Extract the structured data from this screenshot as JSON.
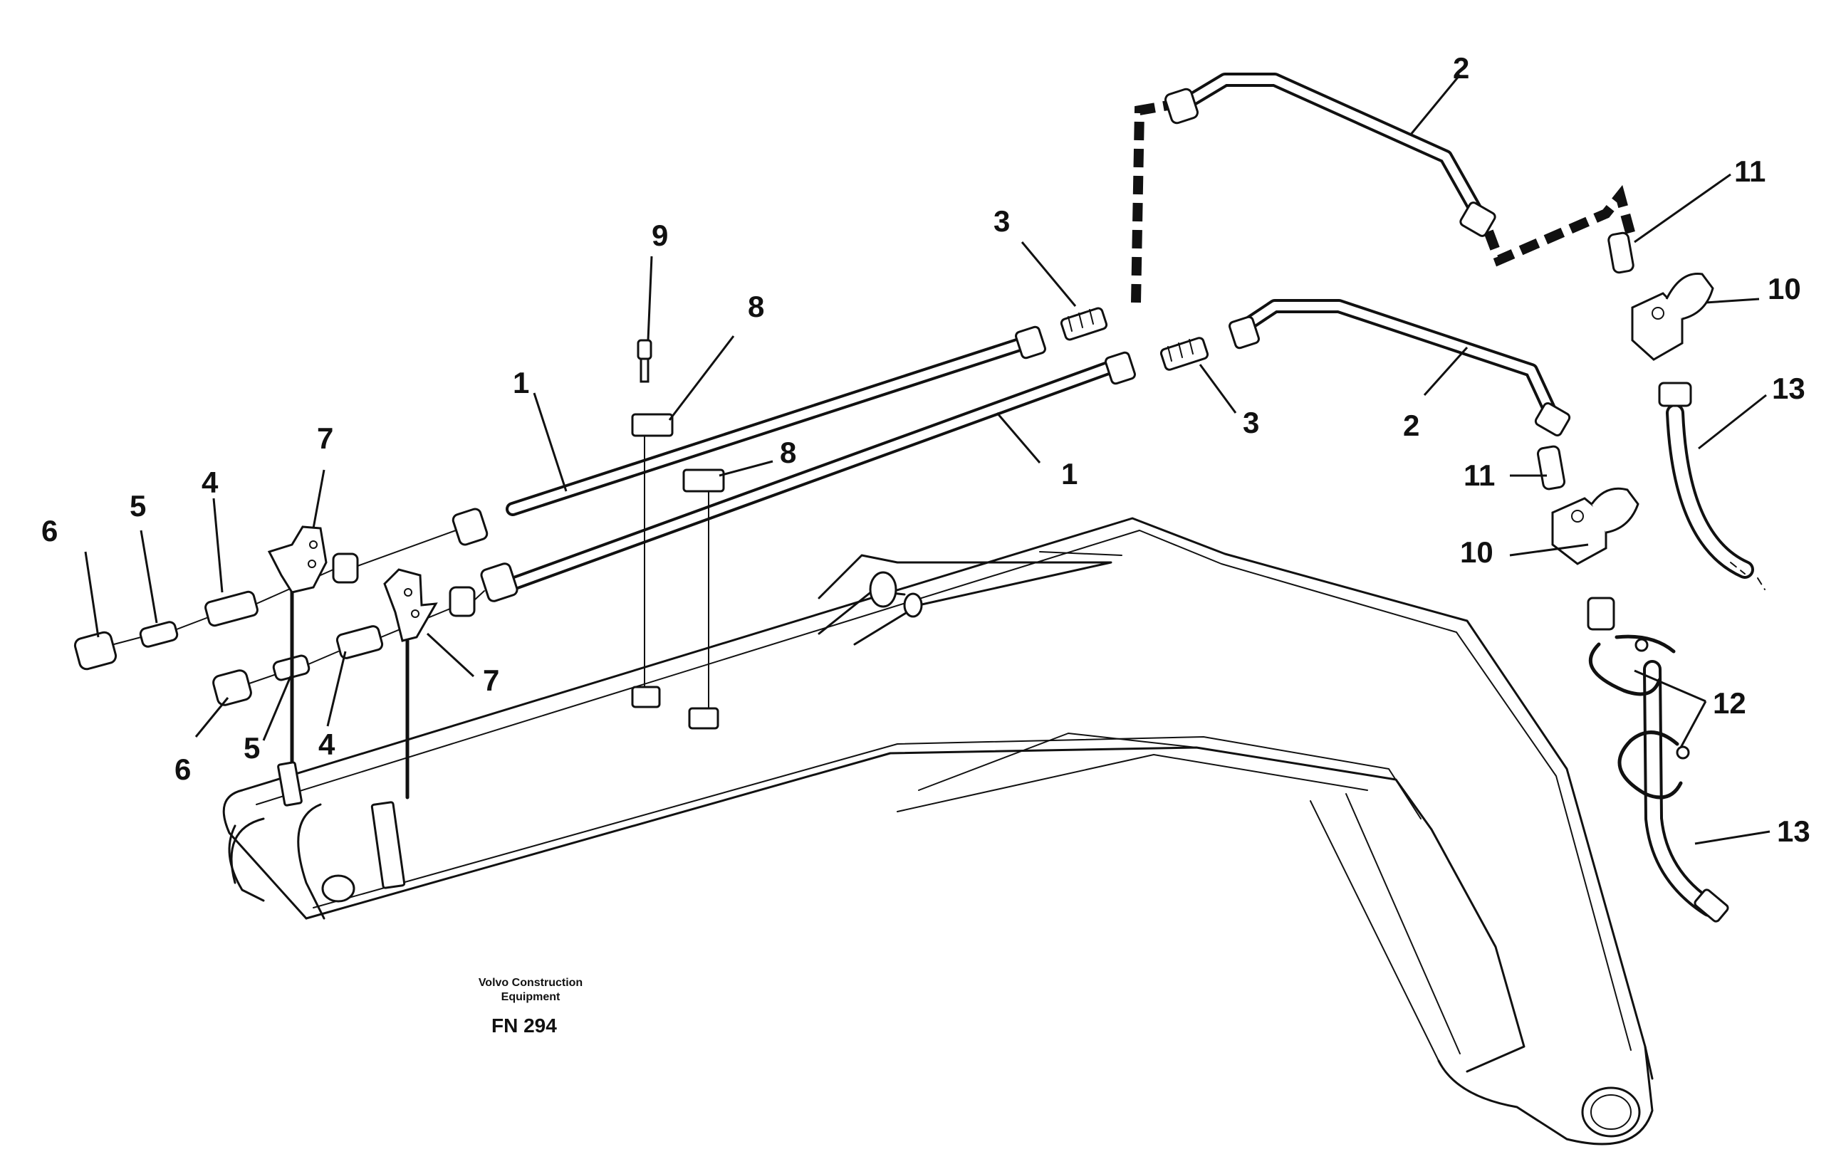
{
  "callouts": {
    "c1a": "1",
    "c1b": "1",
    "c2a": "2",
    "c2b": "2",
    "c3a": "3",
    "c3b": "3",
    "c4a": "4",
    "c4b": "4",
    "c5a": "5",
    "c5b": "5",
    "c6a": "6",
    "c6b": "6",
    "c7a": "7",
    "c7b": "7",
    "c8a": "8",
    "c8b": "8",
    "c9": "9",
    "c10a": "10",
    "c10b": "10",
    "c11a": "11",
    "c11b": "11",
    "c12": "12",
    "c13a": "13",
    "c13b": "13"
  },
  "caption": {
    "company_line1": "Volvo Construction",
    "company_line2": "Equipment",
    "figure_code": "FN 294"
  }
}
